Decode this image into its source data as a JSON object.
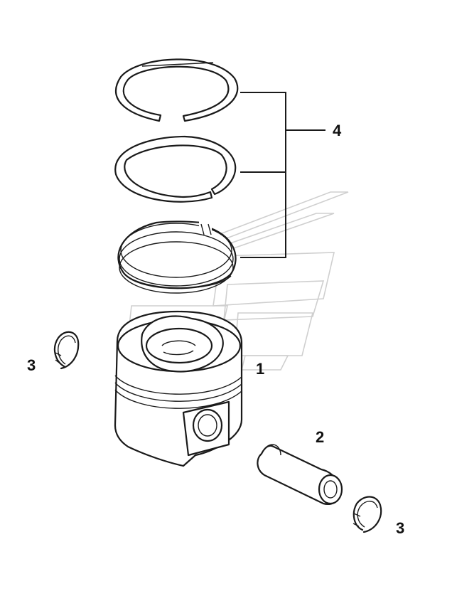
{
  "callouts": {
    "piston": "1",
    "pin": "2",
    "circlip_left": "3",
    "circlip_right": "3",
    "ring_set": "4"
  },
  "colors": {
    "line": "#1a1a1a",
    "watermark": "#cfcfcf",
    "background": "#ffffff"
  }
}
